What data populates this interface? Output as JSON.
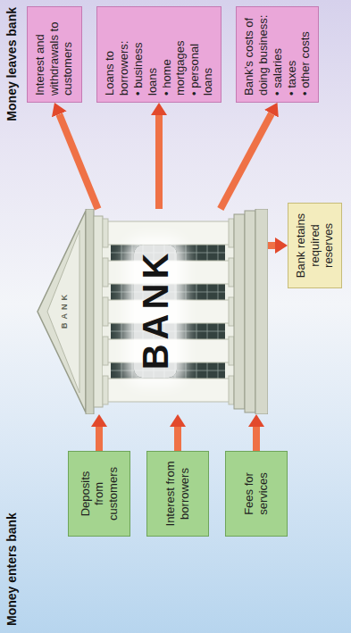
{
  "diagram": {
    "nodes": [
      {
        "text": [
          "Deposits from customers"
        ]
      },
      {
        "text": [
          "Interest from borrowers"
        ]
      },
      {
        "text": [
          "Fees for services"
        ]
      },
      {
        "text": [
          "BANK",
          "BANK"
        ]
      },
      {
        "text": [
          "Bank retains required reserves"
        ]
      },
      {
        "text": [
          "Interest and withdrawals to customers"
        ]
      },
      {
        "text": [
          "Loans to borrowers:",
          "• business loans",
          "• home mortgages",
          "• personal loans"
        ]
      },
      {
        "text": [
          "Bank’s costs of doing business:",
          "• salaries",
          "• taxes",
          "• other costs"
        ]
      }
    ],
    "edges": [
      {
        "from": 0,
        "to": 3,
        "arrow": "to"
      },
      {
        "from": 1,
        "to": 3,
        "arrow": "to"
      },
      {
        "from": 2,
        "to": 3,
        "arrow": "to"
      },
      {
        "from": 3,
        "to": 4,
        "arrow": "to"
      },
      {
        "from": 3,
        "to": 5,
        "arrow": "to"
      },
      {
        "from": 3,
        "to": 6,
        "arrow": "to"
      },
      {
        "from": 3,
        "to": 7,
        "arrow": "to"
      }
    ],
    "labels": [
      "Money enters bank",
      "Money leaves bank"
    ]
  }
}
